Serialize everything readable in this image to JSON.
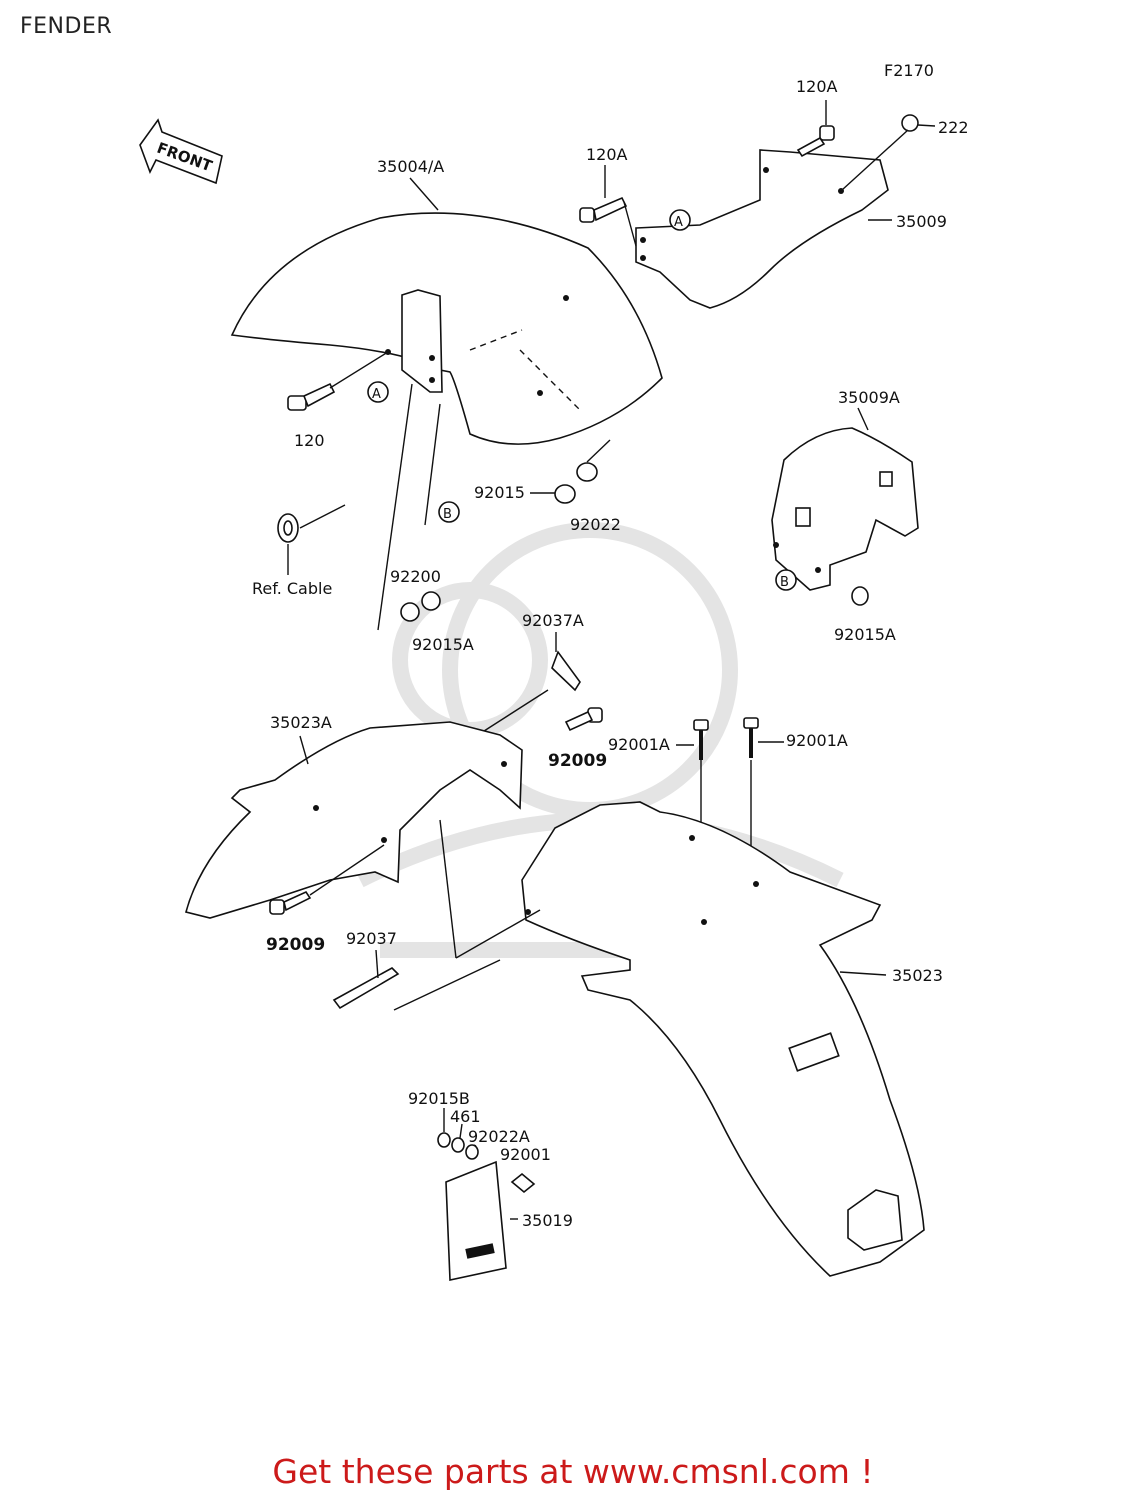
{
  "page": {
    "title": "FENDER"
  },
  "diagram": {
    "code": "F2170",
    "front_label": "FRONT",
    "ref_cable": "Ref. Cable",
    "callouts": {
      "p120A_top": "120A",
      "p120A": "120A",
      "p222": "222",
      "p35009": "35009",
      "p35004A": "35004/A",
      "p120": "120",
      "p92015": "92015",
      "p92022": "92022",
      "p35009A": "35009A",
      "p92200": "92200",
      "p92015A_left": "92015A",
      "p92015A_right": "92015A",
      "p92037A": "92037A",
      "p35023A": "35023A",
      "p92009_top": "92009",
      "p92001A_left": "92001A",
      "p92001A_right": "92001A",
      "p92009_bottom": "92009",
      "p92037": "92037",
      "p35023": "35023",
      "p92015B": "92015B",
      "p461": "461",
      "p92022A": "92022A",
      "p92001": "92001",
      "p35019": "35019"
    },
    "markers": {
      "a1": "A",
      "a2": "A",
      "b1": "B",
      "b2": "B"
    }
  },
  "footer": {
    "text": "Get these parts at www.cmsnl.com !"
  }
}
